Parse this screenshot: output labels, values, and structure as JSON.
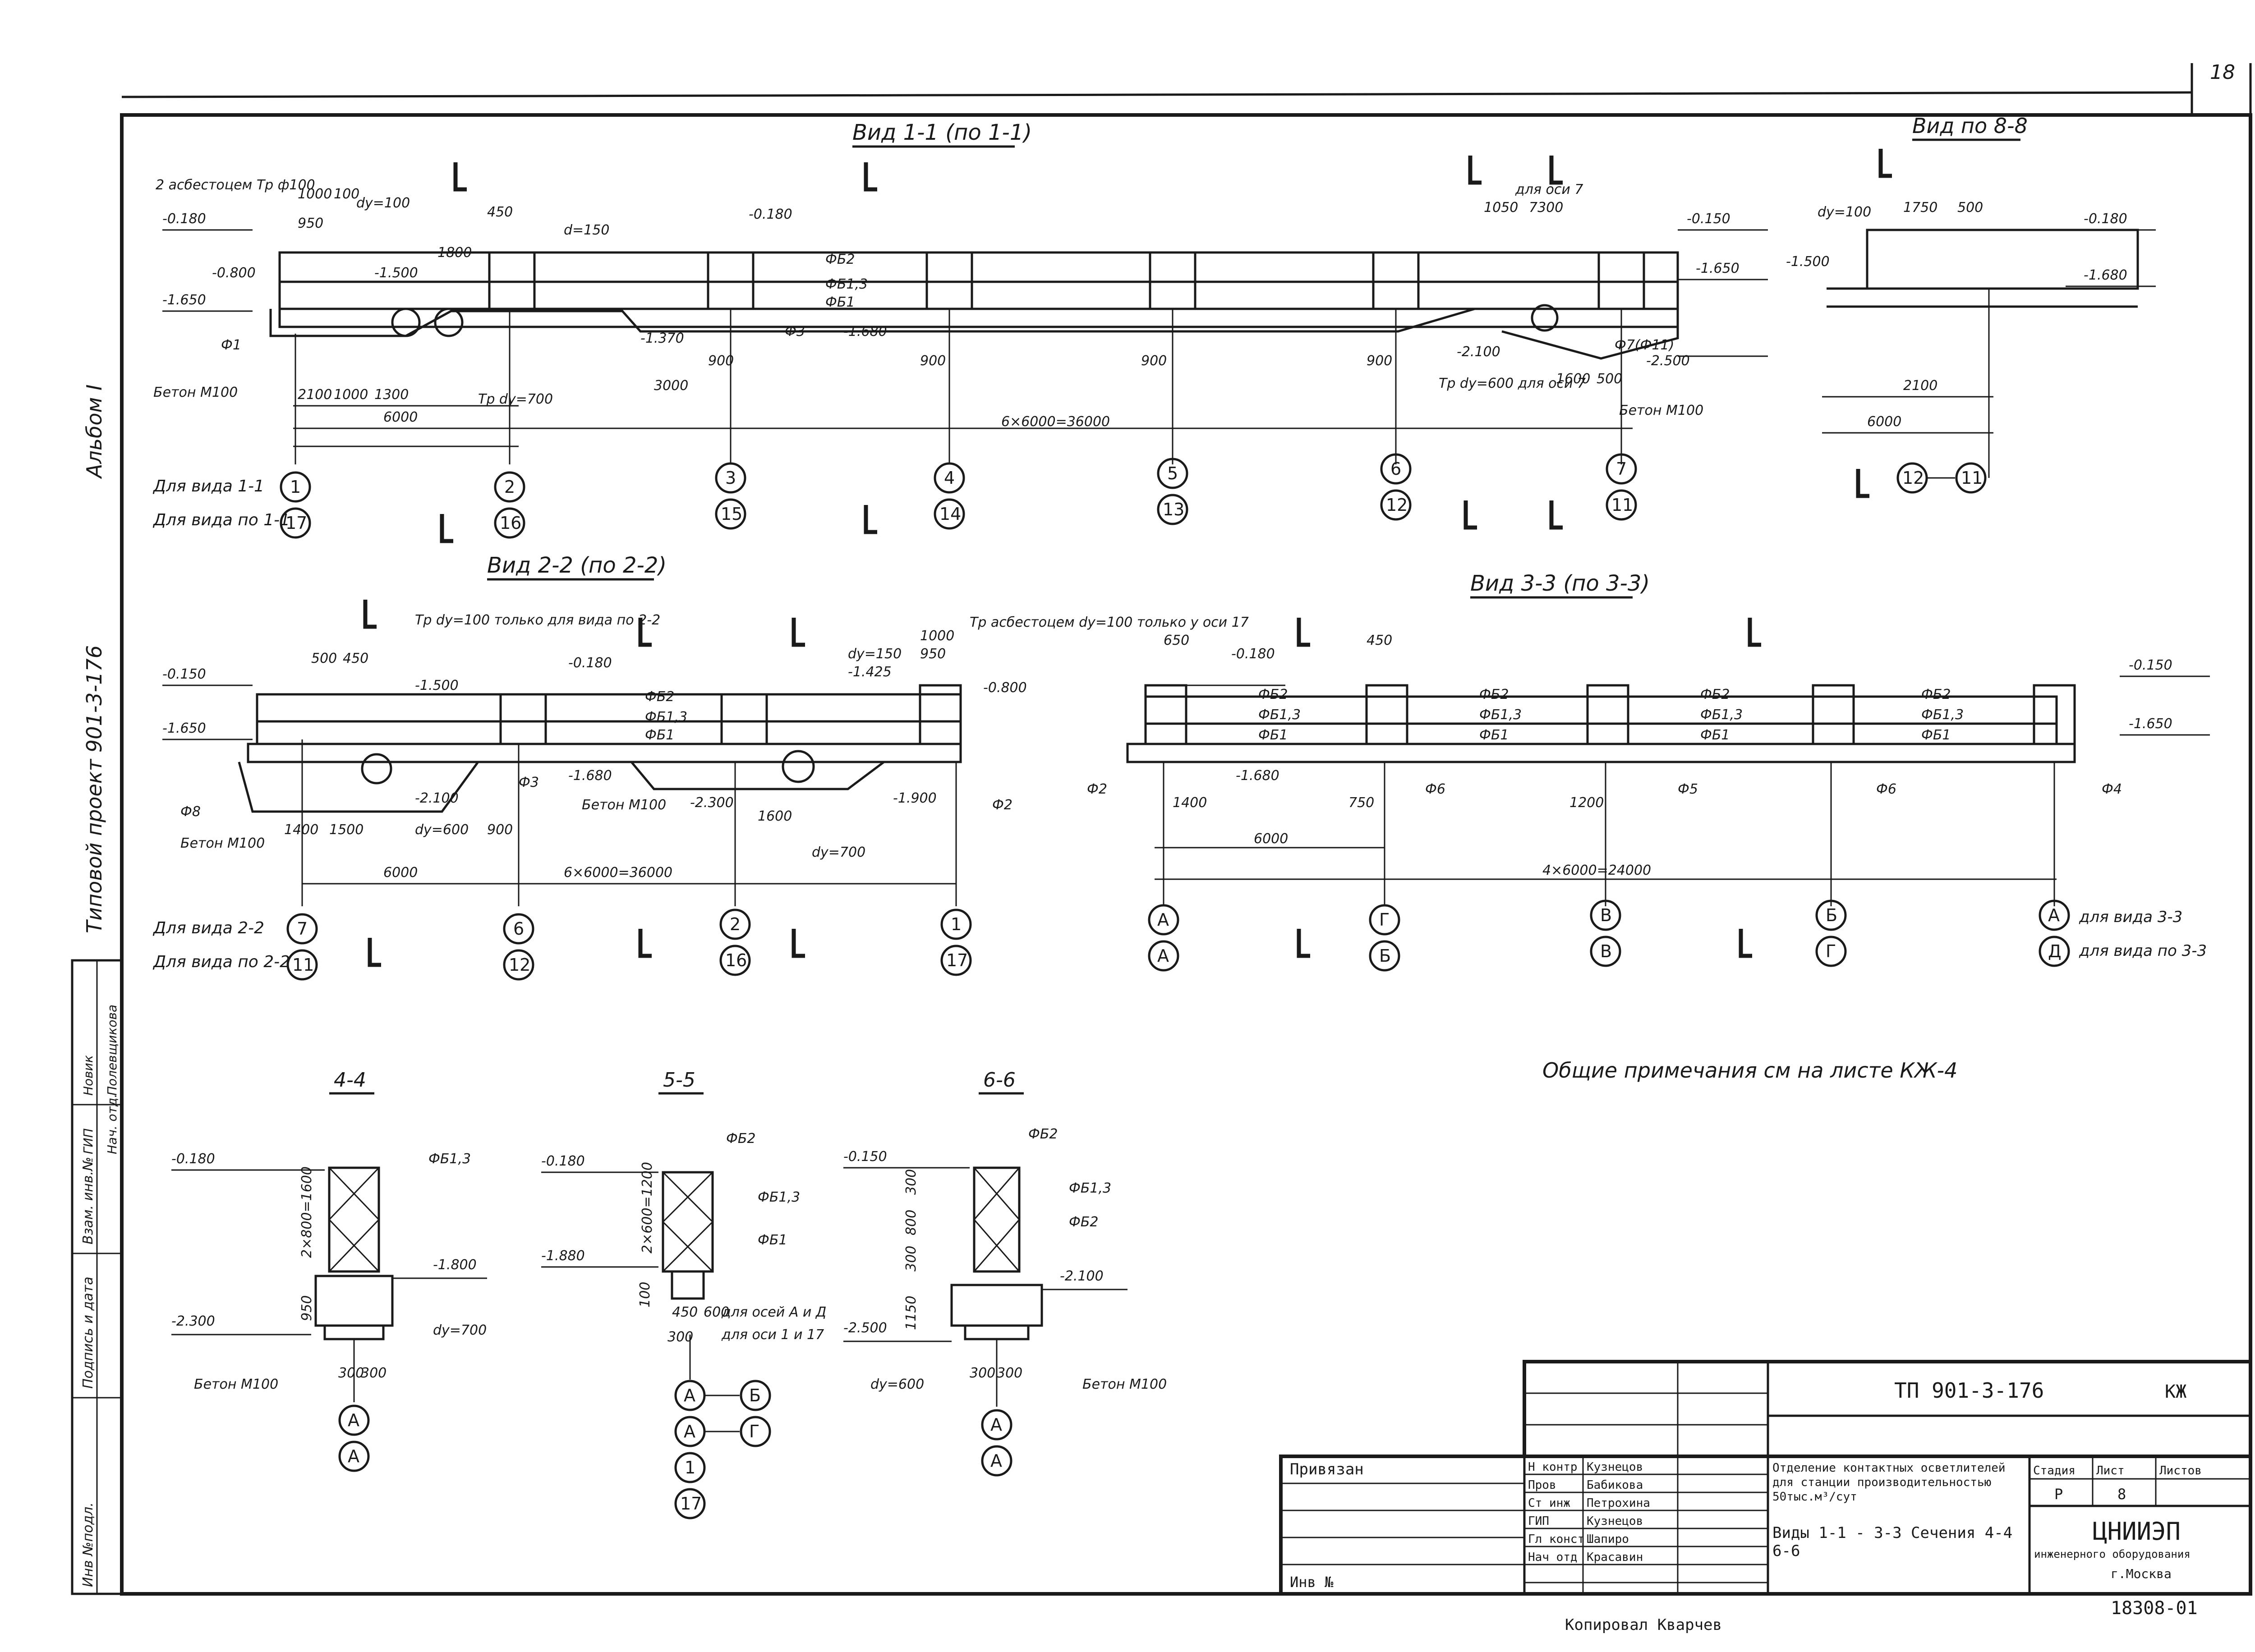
{
  "sheet": {
    "number": "18",
    "album": "Альбом I",
    "project": "Типовой проект 901-3-176",
    "general_notes": "Общие примечания см на листе КЖ-4"
  },
  "side_stamp": {
    "labels": [
      "Инв №подл.",
      "Подпись и дата",
      "Взам. инв.№"
    ],
    "people": [
      {
        "role": "ГИП",
        "name": "Новик"
      },
      {
        "role": "Нач. отд.",
        "name": "Полевщикова"
      }
    ]
  },
  "views": {
    "v11": {
      "title": "Вид 1-1 (по 1-1)",
      "elevations": [
        "-0.180",
        "-1.650",
        "-0.800",
        "-1.500",
        "-1.680",
        "-2.100",
        "-2.500",
        "-0.150",
        "-1.370"
      ],
      "labels": [
        "2 асбестоцем Тр ф100",
        "dу=100",
        "d=150",
        "ФБ2",
        "ФБ1,3",
        "ФБ1",
        "Ф3",
        "Ф1",
        "Ф7(Ф11)",
        "Бетон М100",
        "Тр dу=700",
        "Тр dу=600 для оси 7",
        "для оси 7"
      ],
      "dims": [
        "1000",
        "100",
        "950",
        "450",
        "1800",
        "2100",
        "1000",
        "1300",
        "6000",
        "900",
        "3000",
        "1050",
        "7300",
        "1600",
        "500",
        "6×6000=36000"
      ],
      "axes_top": [
        "1",
        "2",
        "3",
        "4",
        "5",
        "6",
        "7"
      ],
      "axes_bottom": [
        "17",
        "16",
        "15",
        "14",
        "13",
        "12",
        "11"
      ],
      "row_labels": [
        "Для вида 1-1",
        "Для вида по 1-1"
      ]
    },
    "v88": {
      "title": "Вид по 8-8",
      "elevations": [
        "-0.180",
        "-1.680",
        "-1.500"
      ],
      "labels": [
        "dу=100"
      ],
      "dims": [
        "1750",
        "500",
        "2100",
        "6000"
      ],
      "axes": [
        "12",
        "11"
      ]
    },
    "v22": {
      "title": "Вид 2-2 (по 2-2)",
      "elevations": [
        "-0.150",
        "-0.180",
        "-1.650",
        "-1.500",
        "-1.680",
        "-2.100",
        "-2.300",
        "-1.425",
        "-1.900",
        "-0.800"
      ],
      "labels": [
        "Тр dу=100 только для вида по 2-2",
        "Тр асбестоцем dу=100 только у оси 17",
        "ФБ2",
        "ФБ1,3",
        "ФБ1",
        "Ф3",
        "Ф8",
        "Ф2",
        "Бетон М100",
        "dу=600",
        "dу=700",
        "dу=150"
      ],
      "dims": [
        "500",
        "450",
        "1400",
        "1500",
        "6000",
        "900",
        "6×6000=36000",
        "1000",
        "950",
        "1600"
      ],
      "axes_top": [
        "7",
        "6",
        "2",
        "1"
      ],
      "axes_bottom": [
        "11",
        "12",
        "16",
        "17"
      ],
      "row_labels": [
        "Для вида 2-2",
        "Для вида по 2-2"
      ]
    },
    "v33": {
      "title": "Вид 3-3 (по 3-3)",
      "elevations": [
        "-0.180",
        "-0.150",
        "-1.650",
        "-1.680"
      ],
      "labels": [
        "ФБ2",
        "ФБ1,3",
        "ФБ1",
        "Ф2",
        "Ф6",
        "Ф5",
        "Ф4"
      ],
      "dims": [
        "650",
        "450",
        "1400",
        "750",
        "1200",
        "6000",
        "4×6000=24000"
      ],
      "axes_top": [
        "А",
        "Г",
        "В",
        "Б",
        "А"
      ],
      "axes_bottom": [
        "А",
        "Б",
        "В",
        "Г",
        "Д"
      ],
      "row_labels": [
        "для вида 3-3",
        "для вида по 3-3"
      ]
    }
  },
  "sections": [
    {
      "title": "4-4",
      "elevations": [
        "-0.180",
        "-2.300",
        "-1.800"
      ],
      "labels": [
        "ФБ1,3",
        "dу=700",
        "Бетон М100"
      ],
      "dims": [
        "2×800=1600",
        "950",
        "300",
        "300"
      ],
      "axes": [
        "А",
        "А"
      ]
    },
    {
      "title": "5-5",
      "elevations": [
        "-0.180",
        "-1.880"
      ],
      "labels": [
        "ФБ2",
        "ФБ1,3",
        "ФБ1",
        "для осей А и Д",
        "для оси 1 и 17"
      ],
      "dims": [
        "2×600=1200",
        "300",
        "100",
        "450",
        "600"
      ],
      "axes": [
        "А",
        "Б",
        "А",
        "Г",
        "1",
        "17"
      ]
    },
    {
      "title": "6-6",
      "elevations": [
        "-0.150",
        "-2.100",
        "-2.500"
      ],
      "labels": [
        "ФБ2",
        "ФБ1,3",
        "ФБ2",
        "dу=600",
        "Бетон М100"
      ],
      "dims": [
        "300",
        "800",
        "300",
        "1150",
        "300",
        "300"
      ],
      "axes": [
        "А",
        "А"
      ]
    }
  ],
  "title_block": {
    "code": "ТП 901-3-176",
    "mark": "КЖ",
    "privyazan": "Привязан",
    "inv": "Инв №",
    "signatures": [
      {
        "role": "Н контр",
        "name": "Кузнецов"
      },
      {
        "role": "Пров",
        "name": "Бабикова"
      },
      {
        "role": "Ст инж",
        "name": "Петрохина"
      },
      {
        "role": "ГИП",
        "name": "Кузнецов"
      },
      {
        "role": "Гл конст",
        "name": "Шапиро"
      },
      {
        "role": "Нач отд",
        "name": "Красавин"
      }
    ],
    "description": "Отделение контактных осветлителей для станции производительностью 50тыс.м³/сут",
    "sheet_title": "Виды 1-1 - 3-3 Сечения 4-4 6-6",
    "stage_label": "Стадия",
    "sheet_label": "Лист",
    "sheets_label": "Листов",
    "stage": "Р",
    "sheet_no": "8",
    "org": "ЦНИИЭП",
    "org_full": "инженерного оборудования",
    "city": "г.Москва",
    "archive": "18308-01",
    "copied": "Копировал Кварчев"
  }
}
